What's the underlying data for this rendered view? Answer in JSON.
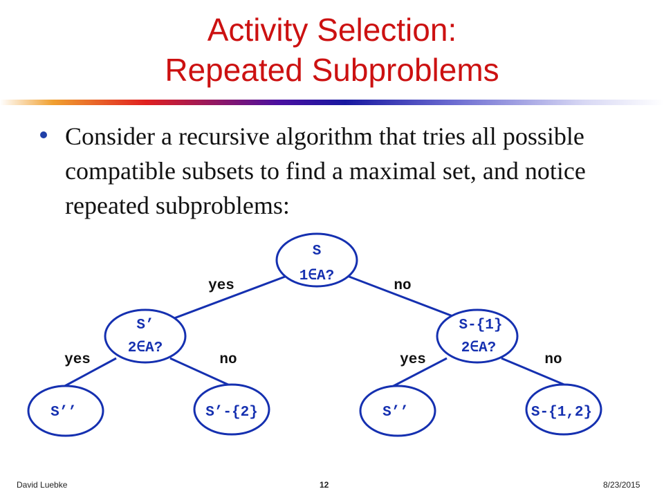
{
  "slide": {
    "title_line1": "Activity Selection:",
    "title_line2": "Repeated Subproblems",
    "bullet": "Consider a recursive algorithm that tries all possible compatible subsets to find a maximal set, and notice repeated subproblems:",
    "footer_author": "David Luebke",
    "footer_page": "12",
    "footer_date": "8/23/2015"
  },
  "tree": {
    "root": {
      "line1": "S",
      "line2": "1∈A?"
    },
    "left": {
      "line1": "S’",
      "line2": "2∈A?"
    },
    "right": {
      "line1": "S-{1}",
      "line2": "2∈A?"
    },
    "leaf1": {
      "label": "S’’"
    },
    "leaf2": {
      "label": "S’-{2}"
    },
    "leaf3": {
      "label": "S’’"
    },
    "leaf4": {
      "label": "S-{1,2}"
    },
    "edges": {
      "root_yes": "yes",
      "root_no": "no",
      "left_yes": "yes",
      "left_no": "no",
      "right_yes": "yes",
      "right_no": "no"
    },
    "colors": {
      "node_stroke": "#1530b0",
      "edge": "#1530b0"
    }
  }
}
